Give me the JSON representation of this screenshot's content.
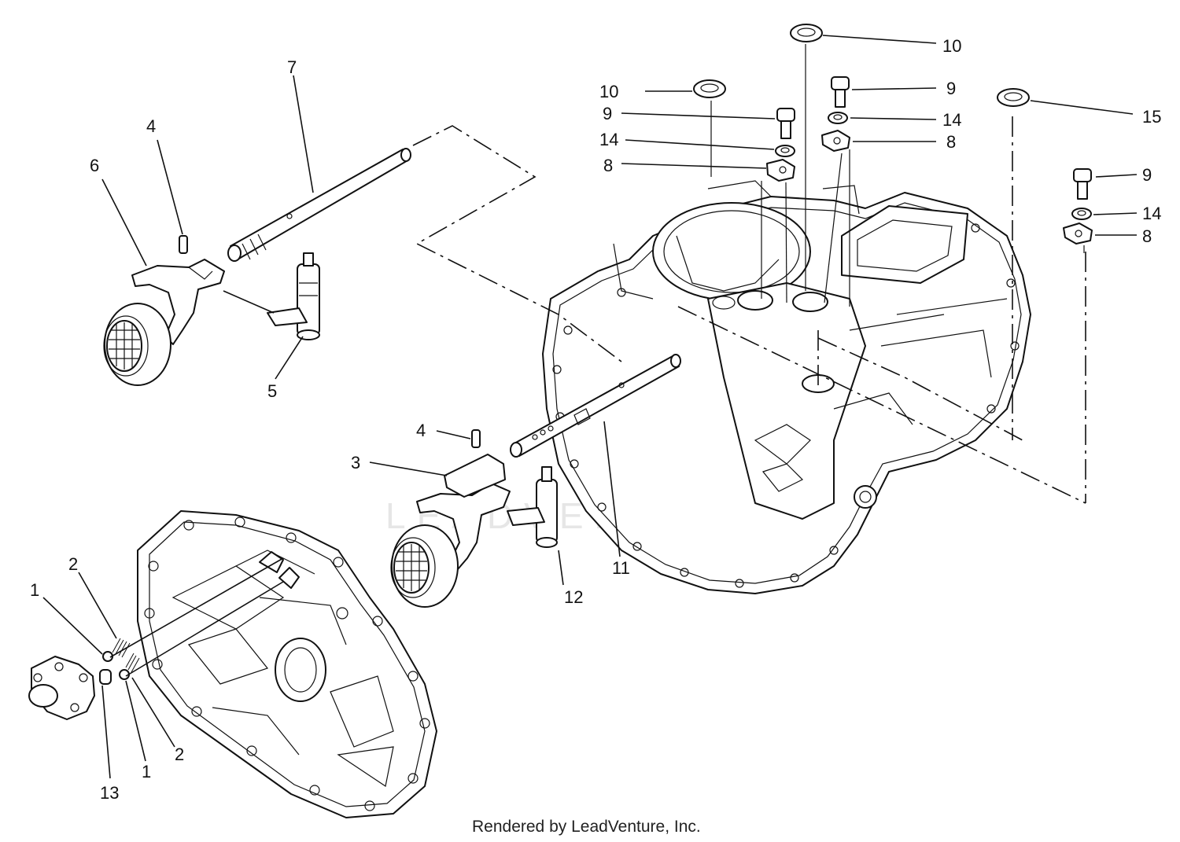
{
  "callouts": [
    {
      "id": "c-7",
      "text": "7"
    },
    {
      "id": "c-4a",
      "text": "4"
    },
    {
      "id": "c-6",
      "text": "6"
    },
    {
      "id": "c-5",
      "text": "5"
    },
    {
      "id": "c-10a",
      "text": "10"
    },
    {
      "id": "c-10b",
      "text": "10"
    },
    {
      "id": "c-9a",
      "text": "9"
    },
    {
      "id": "c-9b",
      "text": "9"
    },
    {
      "id": "c-9c",
      "text": "9"
    },
    {
      "id": "c-14a",
      "text": "14"
    },
    {
      "id": "c-14b",
      "text": "14"
    },
    {
      "id": "c-14c",
      "text": "14"
    },
    {
      "id": "c-8a",
      "text": "8"
    },
    {
      "id": "c-8b",
      "text": "8"
    },
    {
      "id": "c-8c",
      "text": "8"
    },
    {
      "id": "c-15",
      "text": "15"
    },
    {
      "id": "c-4b",
      "text": "4"
    },
    {
      "id": "c-3",
      "text": "3"
    },
    {
      "id": "c-11",
      "text": "11"
    },
    {
      "id": "c-12",
      "text": "12"
    },
    {
      "id": "c-2a",
      "text": "2"
    },
    {
      "id": "c-1a",
      "text": "1"
    },
    {
      "id": "c-1b",
      "text": "1"
    },
    {
      "id": "c-2b",
      "text": "2"
    },
    {
      "id": "c-13",
      "text": "13"
    }
  ],
  "watermark": "LEADVENTURE",
  "credit": "Rendered by LeadVenture, Inc.",
  "colors": {
    "line": "#111111",
    "watermark": "#e6e6e6",
    "background": "#ffffff"
  }
}
